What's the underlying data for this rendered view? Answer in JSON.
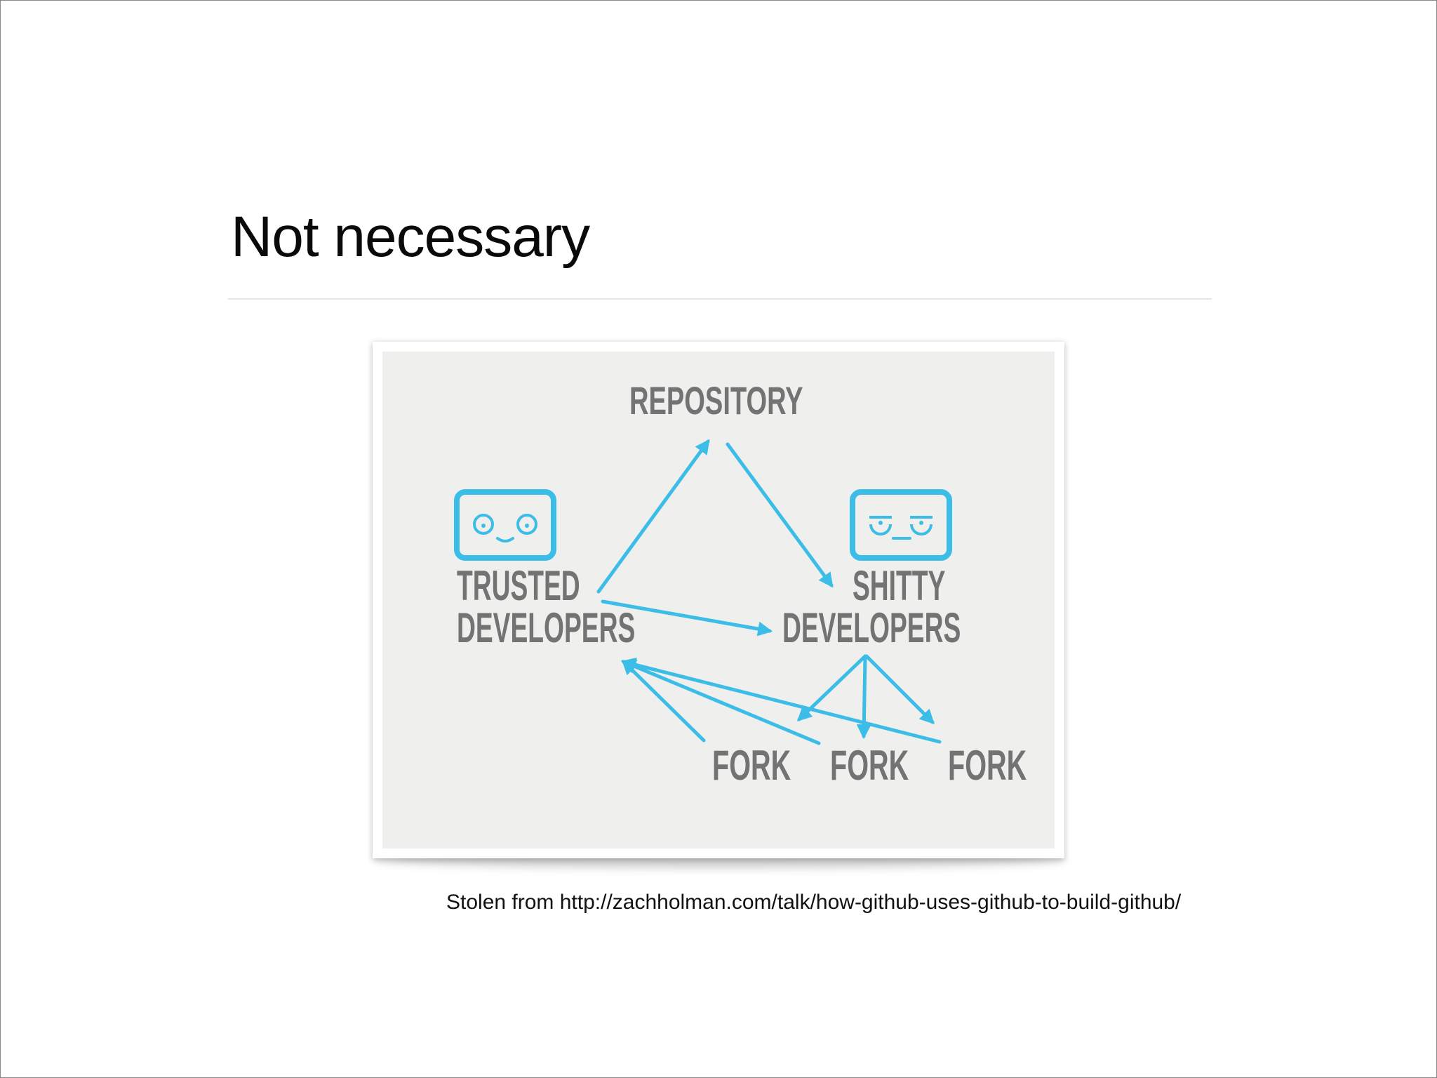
{
  "slide": {
    "title": "Not necessary",
    "caption": "Stolen from http://zachholman.com/talk/how-github-uses-github-to-build-github/"
  },
  "diagram": {
    "nodes": {
      "repository": "REPOSITORY",
      "trusted_line1": "TRUSTED",
      "trusted_line2": "DEVELOPERS",
      "shitty_line1": "SHITTY",
      "shitty_line2": "DEVELOPERS",
      "fork1": "FORK",
      "fork2": "FORK",
      "fork3": "FORK"
    },
    "edges": [
      {
        "from": "trusted-developers",
        "to": "repository"
      },
      {
        "from": "repository",
        "to": "shitty-developers"
      },
      {
        "from": "trusted-developers",
        "to": "shitty-developers"
      },
      {
        "from": "shitty-developers",
        "to": "fork-1"
      },
      {
        "from": "shitty-developers",
        "to": "fork-2"
      },
      {
        "from": "shitty-developers",
        "to": "fork-3"
      },
      {
        "from": "fork-1",
        "to": "trusted-developers"
      },
      {
        "from": "fork-2",
        "to": "trusted-developers"
      },
      {
        "from": "fork-3",
        "to": "trusted-developers"
      }
    ],
    "icons": [
      "happy-face-icon",
      "annoyed-face-icon"
    ],
    "colors": {
      "arrow": "#3bbde8",
      "label": "#737373",
      "background": "#efefed"
    }
  }
}
